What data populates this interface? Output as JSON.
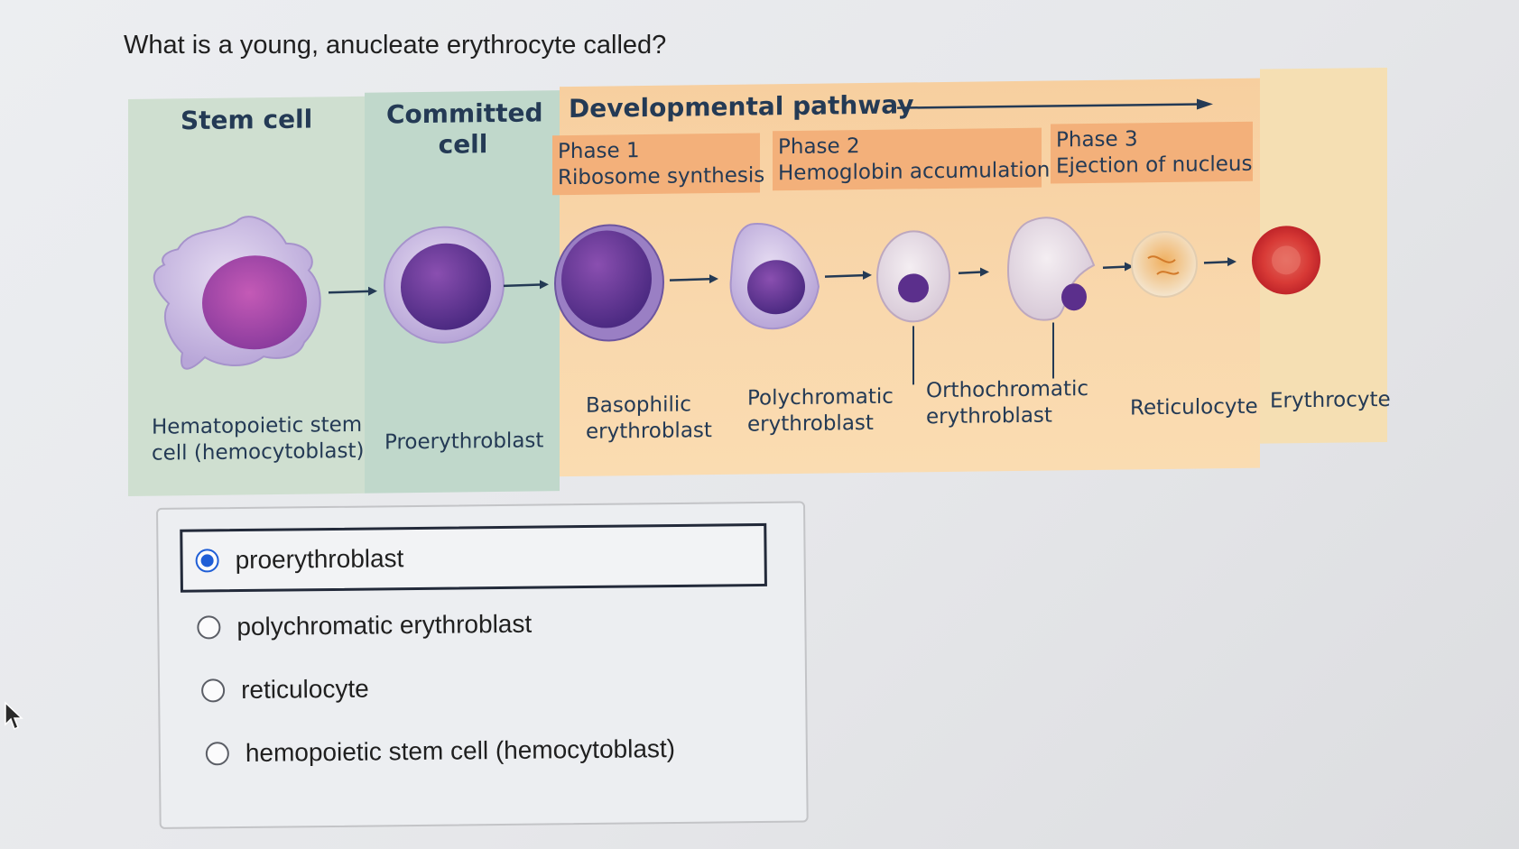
{
  "question": "What is a young, anucleate erythrocyte called?",
  "diagram": {
    "headers": {
      "stem_cell": "Stem cell",
      "committed_line1": "Committed",
      "committed_line2": "cell",
      "developmental": "Developmental pathway"
    },
    "phases": [
      {
        "title": "Phase 1",
        "desc": "Ribosome synthesis"
      },
      {
        "title": "Phase 2",
        "desc": "Hemoglobin accumulation"
      },
      {
        "title": "Phase 3",
        "desc": "Ejection of nucleus"
      }
    ],
    "labels": {
      "hsc_line1": "Hematopoietic stem",
      "hsc_line2": "cell (hemocytoblast)",
      "proerythroblast": "Proerythroblast",
      "baso_line1": "Basophilic",
      "baso_line2": "erythroblast",
      "poly_line1": "Polychromatic",
      "poly_line2": "erythroblast",
      "ortho_line1": "Orthochromatic",
      "ortho_line2": "erythroblast",
      "reticulocyte": "Reticulocyte",
      "erythrocyte": "Erythrocyte"
    }
  },
  "options": [
    {
      "label": "proerythroblast",
      "selected": true
    },
    {
      "label": "polychromatic erythroblast",
      "selected": false
    },
    {
      "label": "reticulocyte",
      "selected": false
    },
    {
      "label": "hemopoietic stem cell (hemocytoblast)",
      "selected": false
    }
  ],
  "colors": {
    "accent": "#1f5ed6",
    "stem_bg": "#cfdfd0",
    "committed_bg": "#c0d8cb",
    "pathway_bg": "#f9d8ad",
    "phase_bg": "#f3b07a",
    "label_text": "#243a55"
  }
}
